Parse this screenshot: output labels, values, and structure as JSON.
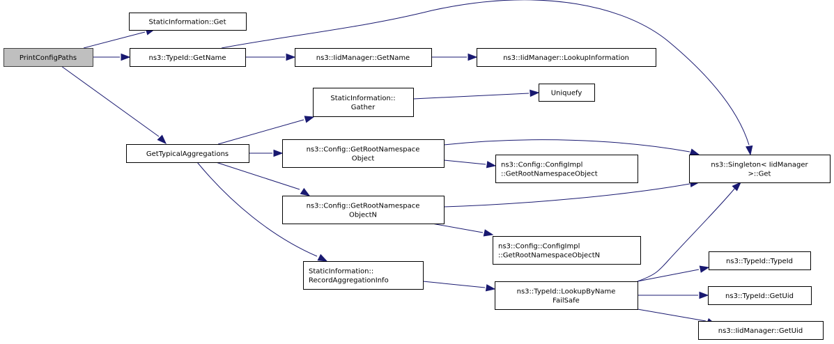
{
  "diagram": {
    "type": "call-graph",
    "root": "PrintConfigPaths",
    "colors": {
      "edge": "#191970",
      "root_fill": "#bfbfbf",
      "node_fill": "#ffffff",
      "border": "#000000"
    },
    "nodes": [
      {
        "id": "print",
        "lines": [
          "PrintConfigPaths"
        ],
        "root": true
      },
      {
        "id": "siget",
        "lines": [
          "StaticInformation::Get"
        ]
      },
      {
        "id": "tidgetname",
        "lines": [
          "ns3::TypeId::GetName"
        ]
      },
      {
        "id": "iidgetname",
        "lines": [
          "ns3::IidManager::GetName"
        ]
      },
      {
        "id": "lookupinfo",
        "lines": [
          "ns3::IidManager::LookupInformation"
        ]
      },
      {
        "id": "gather",
        "lines": [
          "StaticInformation::",
          "Gather"
        ]
      },
      {
        "id": "uniquefy",
        "lines": [
          "Uniquefy"
        ]
      },
      {
        "id": "gettypical",
        "lines": [
          "GetTypicalAggregations"
        ]
      },
      {
        "id": "grno",
        "lines": [
          "ns3::Config::GetRootNamespace",
          "Object"
        ]
      },
      {
        "id": "implgrno",
        "lines": [
          "ns3::Config::ConfigImpl",
          "::GetRootNamespaceObject"
        ],
        "align": "left"
      },
      {
        "id": "singleton",
        "lines": [
          "ns3::Singleton< IidManager",
          ">::Get"
        ]
      },
      {
        "id": "grnon",
        "lines": [
          "ns3::Config::GetRootNamespace",
          "ObjectN"
        ]
      },
      {
        "id": "implgrnon",
        "lines": [
          "ns3::Config::ConfigImpl",
          "::GetRootNamespaceObjectN"
        ],
        "align": "left"
      },
      {
        "id": "recordagg",
        "lines": [
          "StaticInformation::",
          "RecordAggregationInfo"
        ],
        "align": "left"
      },
      {
        "id": "lookupbyname",
        "lines": [
          "ns3::TypeId::LookupByName",
          "FailSafe"
        ]
      },
      {
        "id": "typeidctor",
        "lines": [
          "ns3::TypeId::TypeId"
        ]
      },
      {
        "id": "tidgetuid",
        "lines": [
          "ns3::TypeId::GetUid"
        ]
      },
      {
        "id": "iidgetuid",
        "lines": [
          "ns3::IidManager::GetUid"
        ]
      }
    ],
    "edges": [
      {
        "from": "print",
        "to": "siget"
      },
      {
        "from": "print",
        "to": "tidgetname"
      },
      {
        "from": "print",
        "to": "gettypical"
      },
      {
        "from": "tidgetname",
        "to": "iidgetname"
      },
      {
        "from": "tidgetname",
        "to": "singleton"
      },
      {
        "from": "iidgetname",
        "to": "lookupinfo"
      },
      {
        "from": "gettypical",
        "to": "gather"
      },
      {
        "from": "gettypical",
        "to": "grno"
      },
      {
        "from": "gettypical",
        "to": "grnon"
      },
      {
        "from": "gettypical",
        "to": "recordagg"
      },
      {
        "from": "gather",
        "to": "uniquefy"
      },
      {
        "from": "grno",
        "to": "singleton"
      },
      {
        "from": "grno",
        "to": "implgrno"
      },
      {
        "from": "grnon",
        "to": "singleton"
      },
      {
        "from": "grnon",
        "to": "implgrnon"
      },
      {
        "from": "recordagg",
        "to": "lookupbyname"
      },
      {
        "from": "lookupbyname",
        "to": "singleton"
      },
      {
        "from": "lookupbyname",
        "to": "typeidctor"
      },
      {
        "from": "lookupbyname",
        "to": "tidgetuid"
      },
      {
        "from": "lookupbyname",
        "to": "iidgetuid"
      }
    ]
  }
}
